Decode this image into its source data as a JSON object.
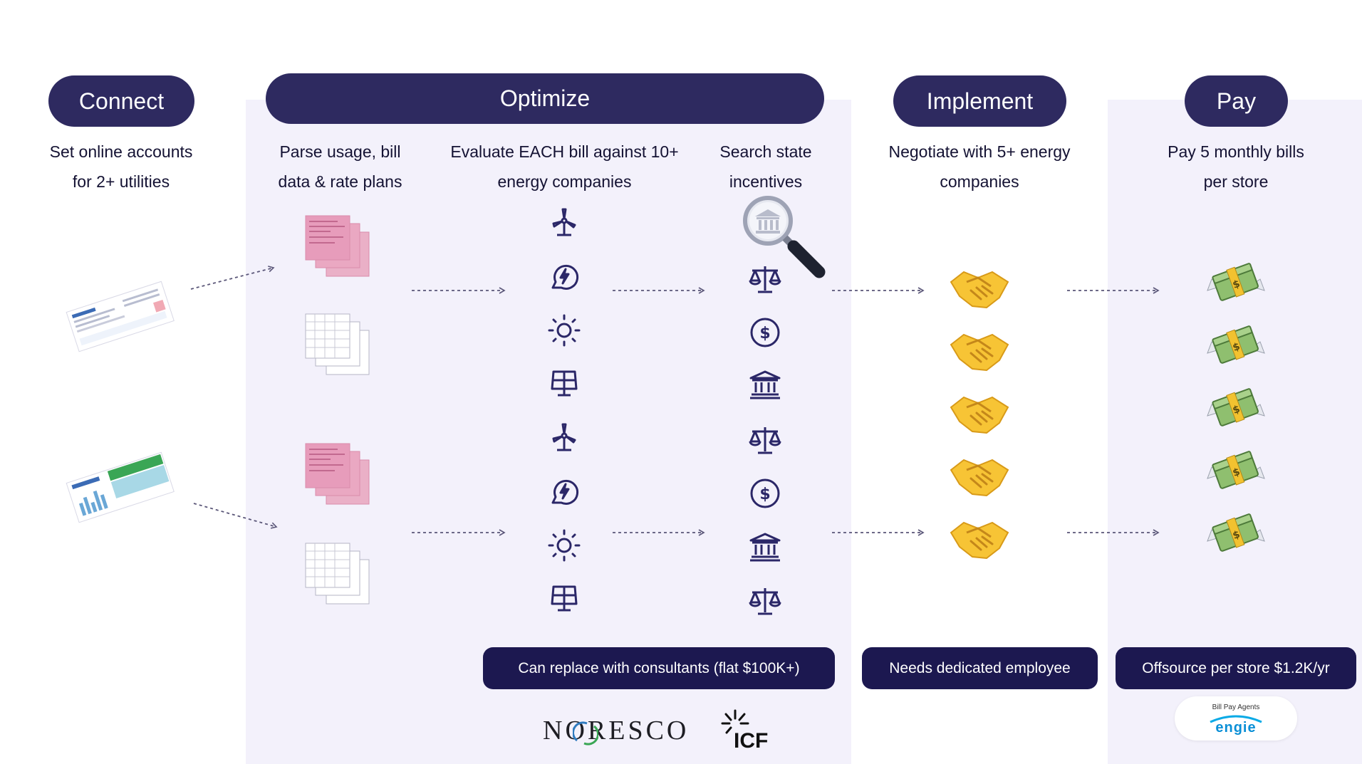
{
  "stages": {
    "connect": {
      "title": "Connect",
      "desc": [
        "Set online accounts",
        "for 2+ utilities"
      ]
    },
    "optimize": {
      "title": "Optimize",
      "steps": [
        {
          "desc": [
            "Parse usage, bill",
            "data & rate plans"
          ]
        },
        {
          "desc": [
            "Evaluate EACH bill against 10+",
            "energy companies"
          ]
        },
        {
          "desc": [
            "Search state",
            "incentives"
          ]
        }
      ],
      "note": "Can replace with consultants (flat $100K+)",
      "logos": [
        "NORESCO",
        "ICF"
      ]
    },
    "implement": {
      "title": "Implement",
      "desc": [
        "Negotiate with 5+ energy",
        "companies"
      ],
      "note": "Needs dedicated employee"
    },
    "pay": {
      "title": "Pay",
      "desc": [
        "Pay 5 monthly bills",
        "per store"
      ],
      "note": "Offsource per store $1.2K/yr",
      "logo_caption": "Bill Pay Agents",
      "logo_name": "engie"
    }
  },
  "icons": {
    "energy_column": [
      "wind-turbine-icon",
      "eco-energy-icon",
      "sun-icon",
      "solar-panel-icon",
      "wind-turbine-icon",
      "eco-energy-icon",
      "sun-icon",
      "solar-panel-icon"
    ],
    "incentive_column": [
      "magnifying-bank-icon",
      "scales-icon",
      "dollar-coin-icon",
      "bank-icon",
      "scales-icon",
      "dollar-coin-icon",
      "bank-icon",
      "scales-icon"
    ],
    "implement_column": [
      "handshake-icon",
      "handshake-icon",
      "handshake-icon",
      "handshake-icon",
      "handshake-icon"
    ],
    "pay_column": [
      "money-with-wings-icon",
      "money-with-wings-icon",
      "money-with-wings-icon",
      "money-with-wings-icon",
      "money-with-wings-icon"
    ]
  },
  "colors": {
    "pill": "#2e2a60",
    "note": "#1c1850",
    "panel": "#f3f1fb",
    "pink_doc": "#e9a3c0",
    "icon": "#2b2768"
  }
}
